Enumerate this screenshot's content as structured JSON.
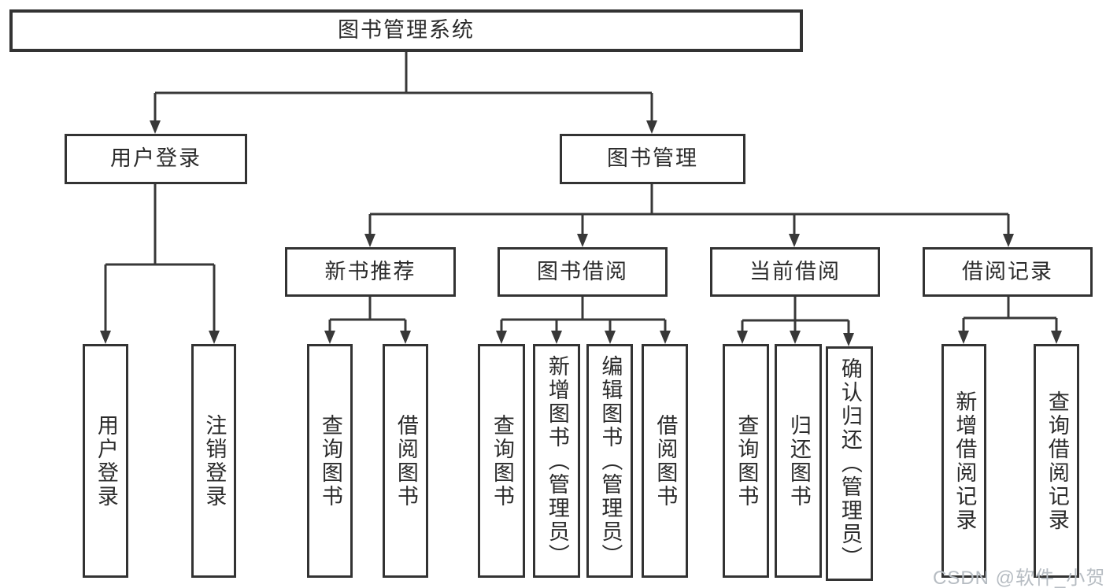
{
  "tree": {
    "root": {
      "label": "图书管理系统"
    },
    "children": [
      {
        "label": "用户登录",
        "children": [
          {
            "label": "用户登录"
          },
          {
            "label": "注销登录"
          }
        ]
      },
      {
        "label": "图书管理",
        "children": [
          {
            "label": "新书推荐",
            "children": [
              {
                "label": "查询图书"
              },
              {
                "label": "借阅图书"
              }
            ]
          },
          {
            "label": "图书借阅",
            "children": [
              {
                "label": "查询图书"
              },
              {
                "label": "新增图书（管理员）"
              },
              {
                "label": "编辑图书（管理员）"
              },
              {
                "label": "借阅图书"
              }
            ]
          },
          {
            "label": "当前借阅",
            "children": [
              {
                "label": "查询图书"
              },
              {
                "label": "归还图书"
              },
              {
                "label": "确认归还（管理员）"
              }
            ]
          },
          {
            "label": "借阅记录",
            "children": [
              {
                "label": "新增借阅记录"
              },
              {
                "label": "查询借阅记录"
              }
            ]
          }
        ]
      }
    ]
  },
  "watermark": {
    "text": "CSDN @软件_小贺同学",
    "color": "#b6bcc2"
  },
  "colors": {
    "line": "#383838",
    "border": "#333333",
    "text": "#2b2b2b",
    "background": "#ffffff"
  }
}
